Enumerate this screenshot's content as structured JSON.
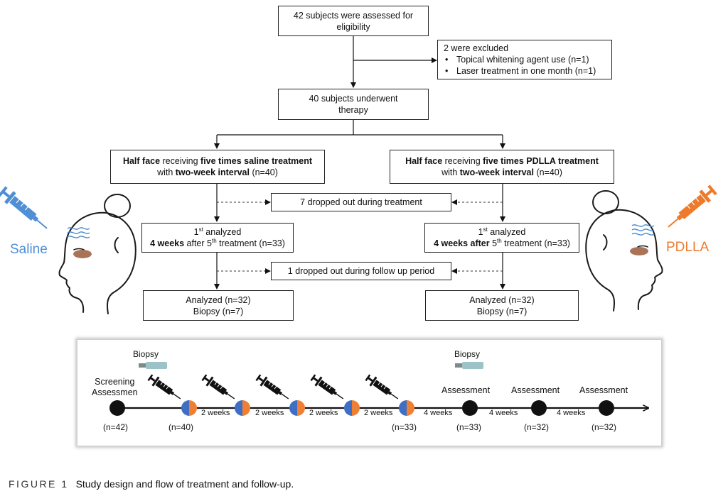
{
  "flow": {
    "assessed": {
      "line1": "42 subjects were assessed for",
      "line2": "eligibility"
    },
    "excluded": {
      "title": "2 were excluded",
      "items": [
        "Topical whitening agent use (n=1)",
        "Laser treatment in one month (n=1)"
      ]
    },
    "therapy": {
      "line1": "40 subjects underwent",
      "line2": "therapy"
    },
    "left_arm": {
      "b1": "Half face",
      "t1": " receiving ",
      "b2": "five times saline treatment",
      "t2": "with ",
      "b3": "two-week interval",
      "t3": " (n=40)"
    },
    "right_arm": {
      "b1": "Half face",
      "t1": " receiving ",
      "b2": "five times PDLLA treatment",
      "t2": "with ",
      "b3": "two-week interval",
      "t3": " (n=40)"
    },
    "dropout_treatment": "7 dropped out during treatment",
    "dropout_followup": "1 dropped out during follow up period",
    "left_first": {
      "ord": "1",
      "sup": "st",
      "rest": " analyzed",
      "bold": "4 weeks",
      "after": " after 5",
      "sup2": "th",
      "tail": " treatment (n=33)"
    },
    "right_first": {
      "ord": "1",
      "sup": "st",
      "rest": " analyzed",
      "bold": "4 weeks after",
      "after": " 5",
      "sup2": "th",
      "tail": " treatment (n=33)"
    },
    "left_final": {
      "line1": "Analyzed (n=32)",
      "line2": "Biopsy (n=7)"
    },
    "right_final": {
      "line1": "Analyzed (n=32)",
      "line2": "Biopsy (n=7)"
    },
    "saline_label": "Saline",
    "pdlla_label": "PDLLA"
  },
  "timeline": {
    "biopsy_left": "Biopsy",
    "biopsy_right": "Biopsy",
    "screening_line1": "Screening",
    "screening_line2": "Assessmen",
    "assessment_labels": [
      "Assessment",
      "Assessment",
      "Assessment"
    ],
    "intervals": [
      "2 weeks",
      "2 weeks",
      "2 weeks",
      "2 weeks",
      "4 weeks",
      "4 weeks",
      "4 weeks"
    ],
    "counts": [
      "(n=42)",
      "(n=40)",
      "(n=33)",
      "(n=33)",
      "(n=32)",
      "(n=32)"
    ]
  },
  "caption": {
    "label": "FIGURE 1",
    "text": "Study design and flow of treatment and follow-up."
  },
  "colors": {
    "saline": "#4f8fd6",
    "pdlla": "#ee7a2b",
    "split_blue": "#3f6fc4",
    "split_orange": "#ef7f32",
    "vial": "#9cc3c8"
  }
}
